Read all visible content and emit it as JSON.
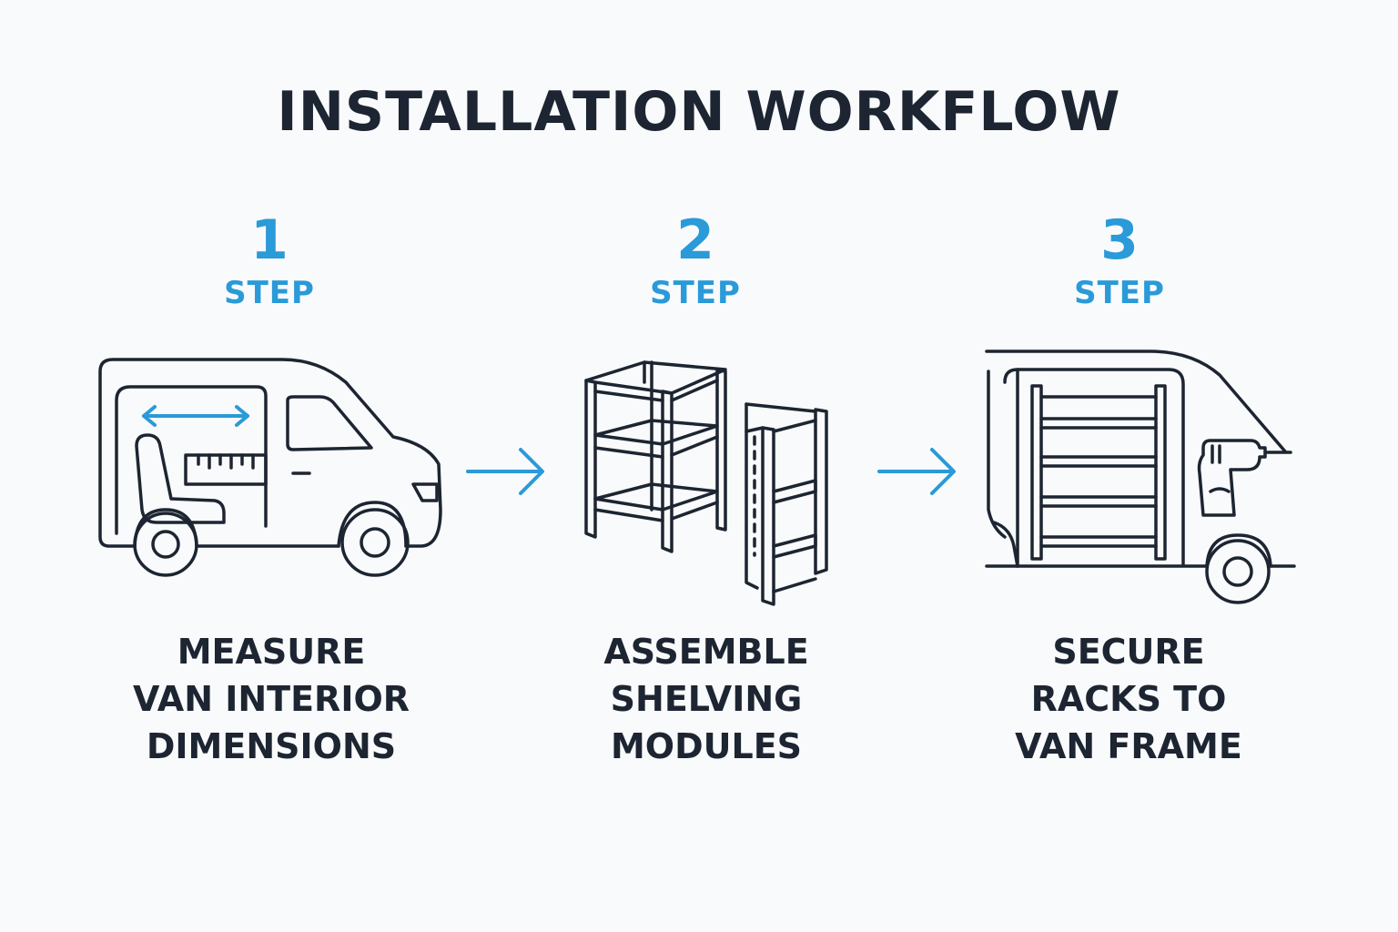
{
  "title": "INSTALLATION WORKFLOW",
  "colors": {
    "accent": "#2a9ad8",
    "ink": "#1c2531",
    "background": "#f9fafb"
  },
  "steps": [
    {
      "number": "1",
      "word": "STEP",
      "caption": [
        "MEASURE",
        "VAN INTERIOR",
        "DIMENSIONS"
      ],
      "icon": "van-measure-icon"
    },
    {
      "number": "2",
      "word": "STEP",
      "caption": [
        "ASSEMBLE",
        "SHELVING",
        "MODULES"
      ],
      "icon": "shelving-assembly-icon"
    },
    {
      "number": "3",
      "word": "STEP",
      "caption": [
        "SECURE",
        "RACKS TO",
        "VAN FRAME"
      ],
      "icon": "van-rack-drill-icon"
    }
  ],
  "connectors": [
    "arrow-right-icon",
    "arrow-right-icon"
  ]
}
